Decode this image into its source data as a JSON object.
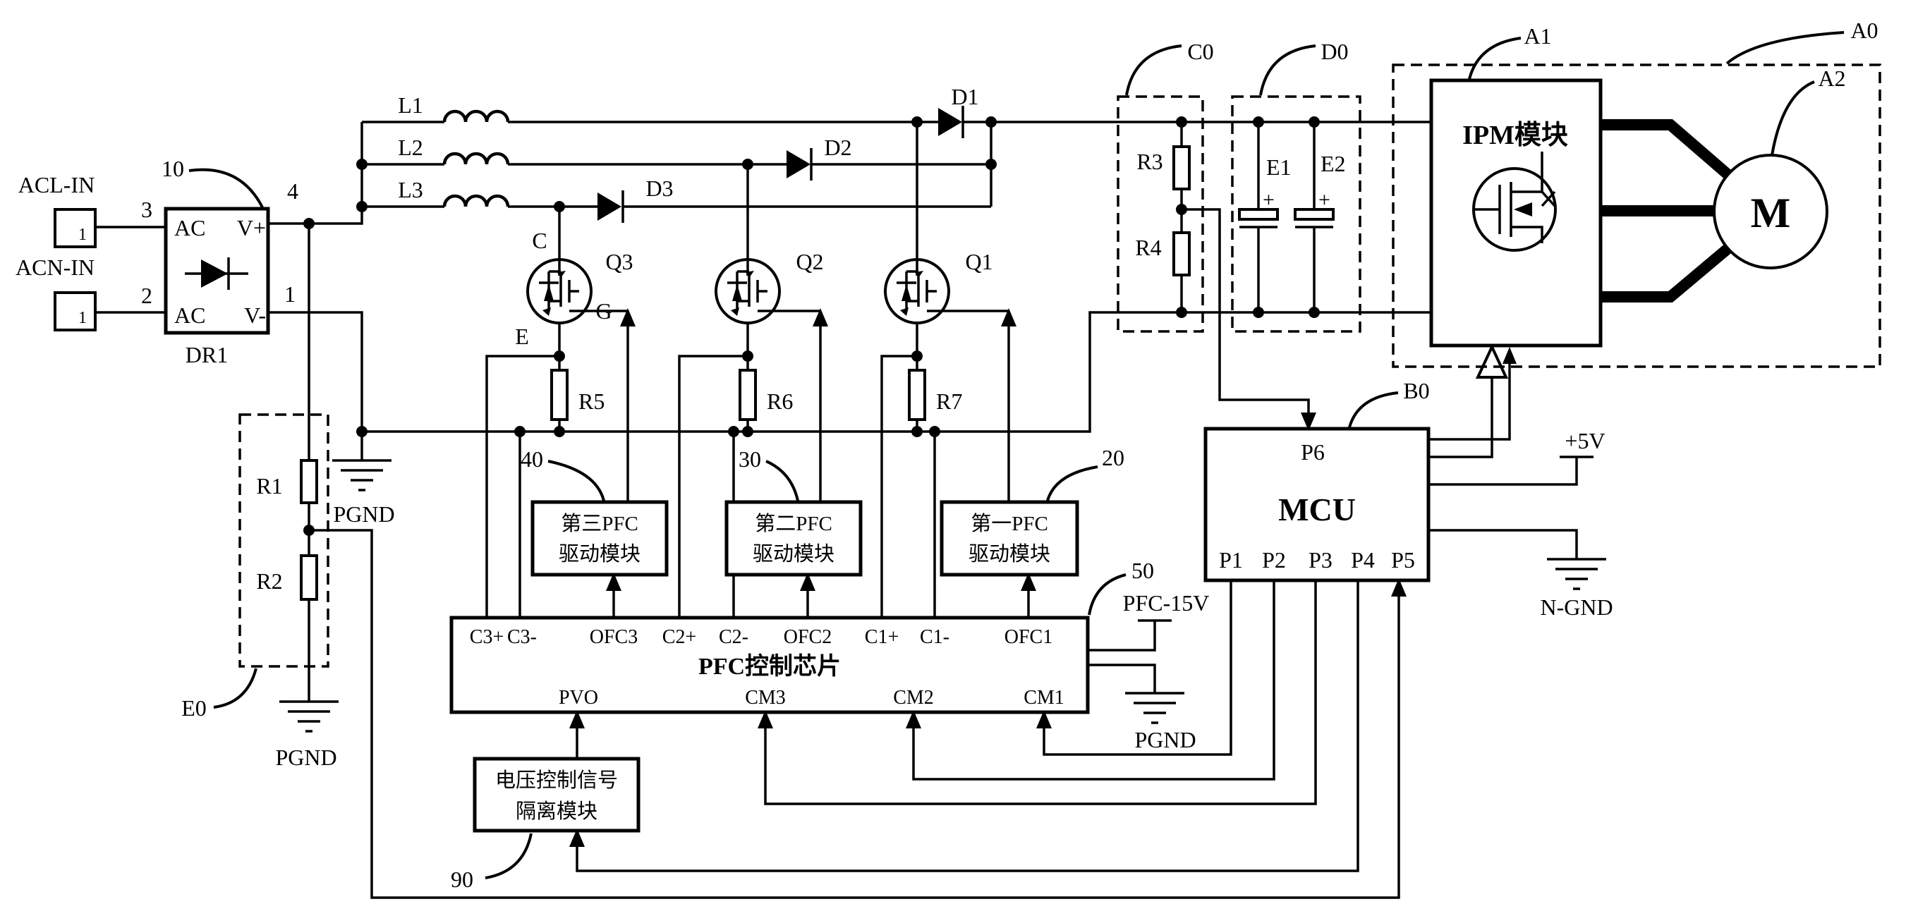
{
  "terminals": {
    "acl": {
      "label": "ACL-IN",
      "pin": "1",
      "wire": "3"
    },
    "acn": {
      "label": "ACN-IN",
      "pin": "1",
      "wire": "2"
    }
  },
  "rectifier": {
    "ref": "10",
    "name": "DR1",
    "pin_ac_top": "AC",
    "pin_vplus": "V+",
    "pin_ac_bot": "AC",
    "pin_vminus": "V-",
    "out_pos": "4",
    "out_neg": "1"
  },
  "inductors": {
    "l1": "L1",
    "l2": "L2",
    "l3": "L3"
  },
  "diodes": {
    "d1": "D1",
    "d2": "D2",
    "d3": "D3"
  },
  "igbts": {
    "q1": "Q1",
    "q2": "Q2",
    "q3": "Q3",
    "c": "C",
    "g": "G",
    "e": "E"
  },
  "resistors": {
    "r1": "R1",
    "r2": "R2",
    "r3": "R3",
    "r4": "R4",
    "r5": "R5",
    "r6": "R6",
    "r7": "R7"
  },
  "capacitors": {
    "e1": "E1",
    "e2": "E2",
    "plus": "+"
  },
  "grounds": {
    "pgnd_dr1": "PGND",
    "pgnd_bottom": "PGND",
    "pgnd_chip": "PGND",
    "ngnd": "N-GND"
  },
  "supplies": {
    "pfc15v": "PFC-15V",
    "p5v": "+5V"
  },
  "driver_modules": {
    "m3": {
      "ref": "40",
      "line1": "第三PFC",
      "line2": "驱动模块"
    },
    "m2": {
      "ref": "30",
      "line1": "第二PFC",
      "line2": "驱动模块"
    },
    "m1": {
      "ref": "20",
      "line1": "第一PFC",
      "line2": "驱动模块"
    }
  },
  "pfc_chip": {
    "ref": "50",
    "title": "PFC控制芯片",
    "pins_top": [
      "C3+",
      "C3-",
      "OFC3",
      "C2+",
      "C2-",
      "OFC2",
      "C1+",
      "C1-",
      "OFC1"
    ],
    "pins_bottom": [
      "PVO",
      "CM3",
      "CM2",
      "CM1"
    ]
  },
  "mcu": {
    "ref": "B0",
    "title": "MCU",
    "pin_top": "P6",
    "pins_bottom": [
      "P1",
      "P2",
      "P3",
      "P4",
      "P5"
    ]
  },
  "isolation": {
    "ref": "90",
    "line1": "电压控制信号",
    "line2": "隔离模块"
  },
  "dc_link": {
    "c0": "C0",
    "d0": "D0"
  },
  "sense_divider": {
    "e0": "E0"
  },
  "ipm": {
    "a0": "A0",
    "a1": "A1",
    "a2": "A2",
    "title": "IPM模块",
    "motor": "M"
  }
}
